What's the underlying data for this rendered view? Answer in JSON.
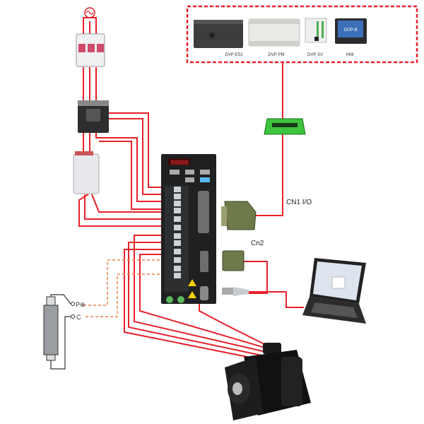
{
  "controllers": {
    "items": [
      {
        "label": "DVP ES2"
      },
      {
        "label": "DVP PM"
      },
      {
        "label": "DVP SV"
      },
      {
        "label": "HMI"
      }
    ],
    "hmi_screen_text": "DOP-B"
  },
  "connectors": {
    "cn1_label": "CN1 I/O",
    "cn2_label": "Cn2"
  },
  "brake_resistor": {
    "p_label": "P⊕",
    "c_label": "C"
  },
  "colors": {
    "wire": "#e8202a",
    "dashed_wire": "#e8804a",
    "box_border": "#e8202a"
  }
}
